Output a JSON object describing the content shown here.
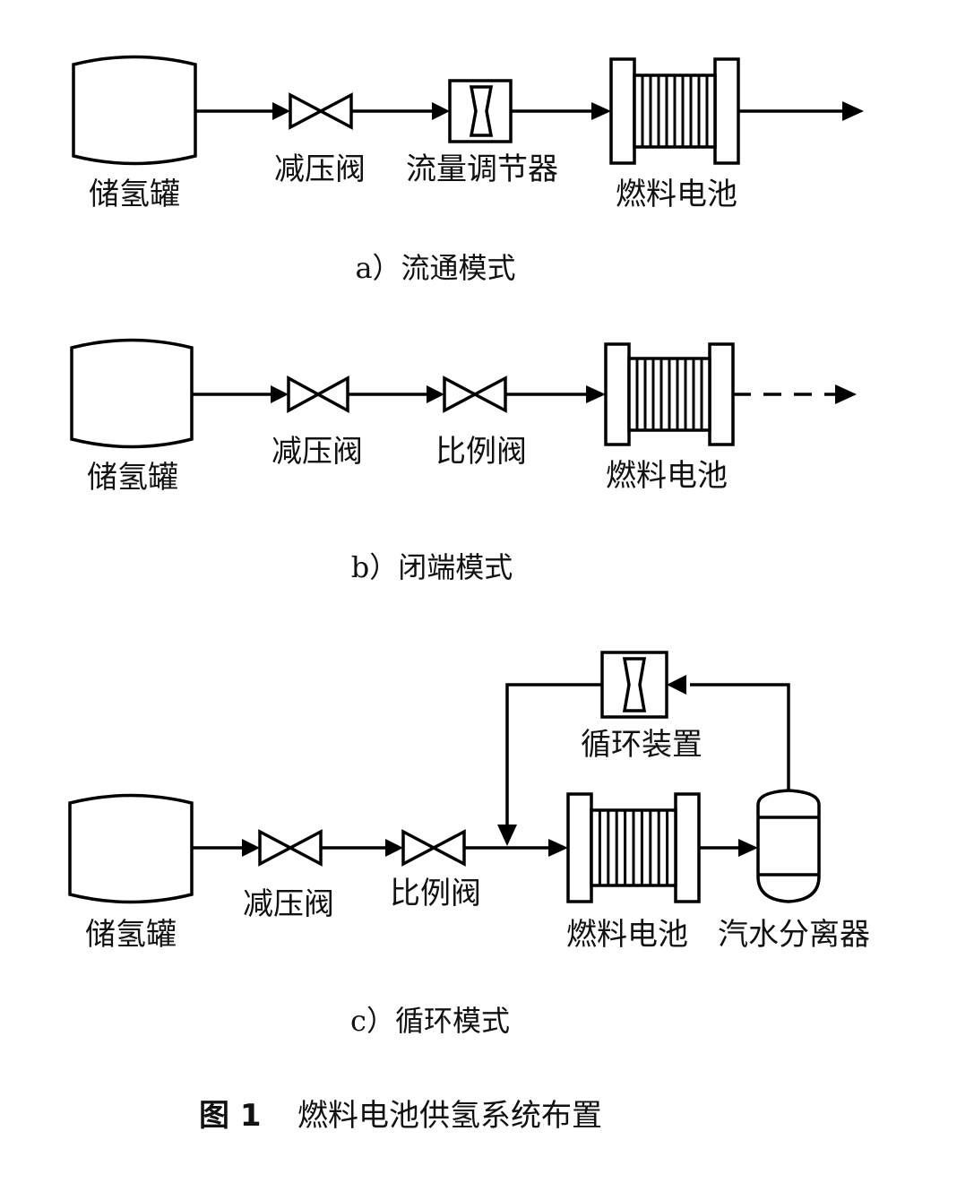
{
  "panel_a": {
    "tank_label": "储氢罐",
    "reducer_label": "减压阀",
    "regulator_label": "流量调节器",
    "stack_label": "燃料电池",
    "caption": "a）流通模式"
  },
  "panel_b": {
    "tank_label": "储氢罐",
    "reducer_label": "减压阀",
    "proportional_label": "比例阀",
    "stack_label": "燃料电池",
    "caption": "b）闭端模式"
  },
  "panel_c": {
    "tank_label": "储氢罐",
    "reducer_label": "减压阀",
    "proportional_label": "比例阀",
    "stack_label": "燃料电池",
    "recirculation_label": "循环装置",
    "separator_label": "汽水分离器",
    "caption": "c）循环模式"
  },
  "figure": {
    "number": "图 1",
    "title": "燃料电池供氢系统布置"
  }
}
